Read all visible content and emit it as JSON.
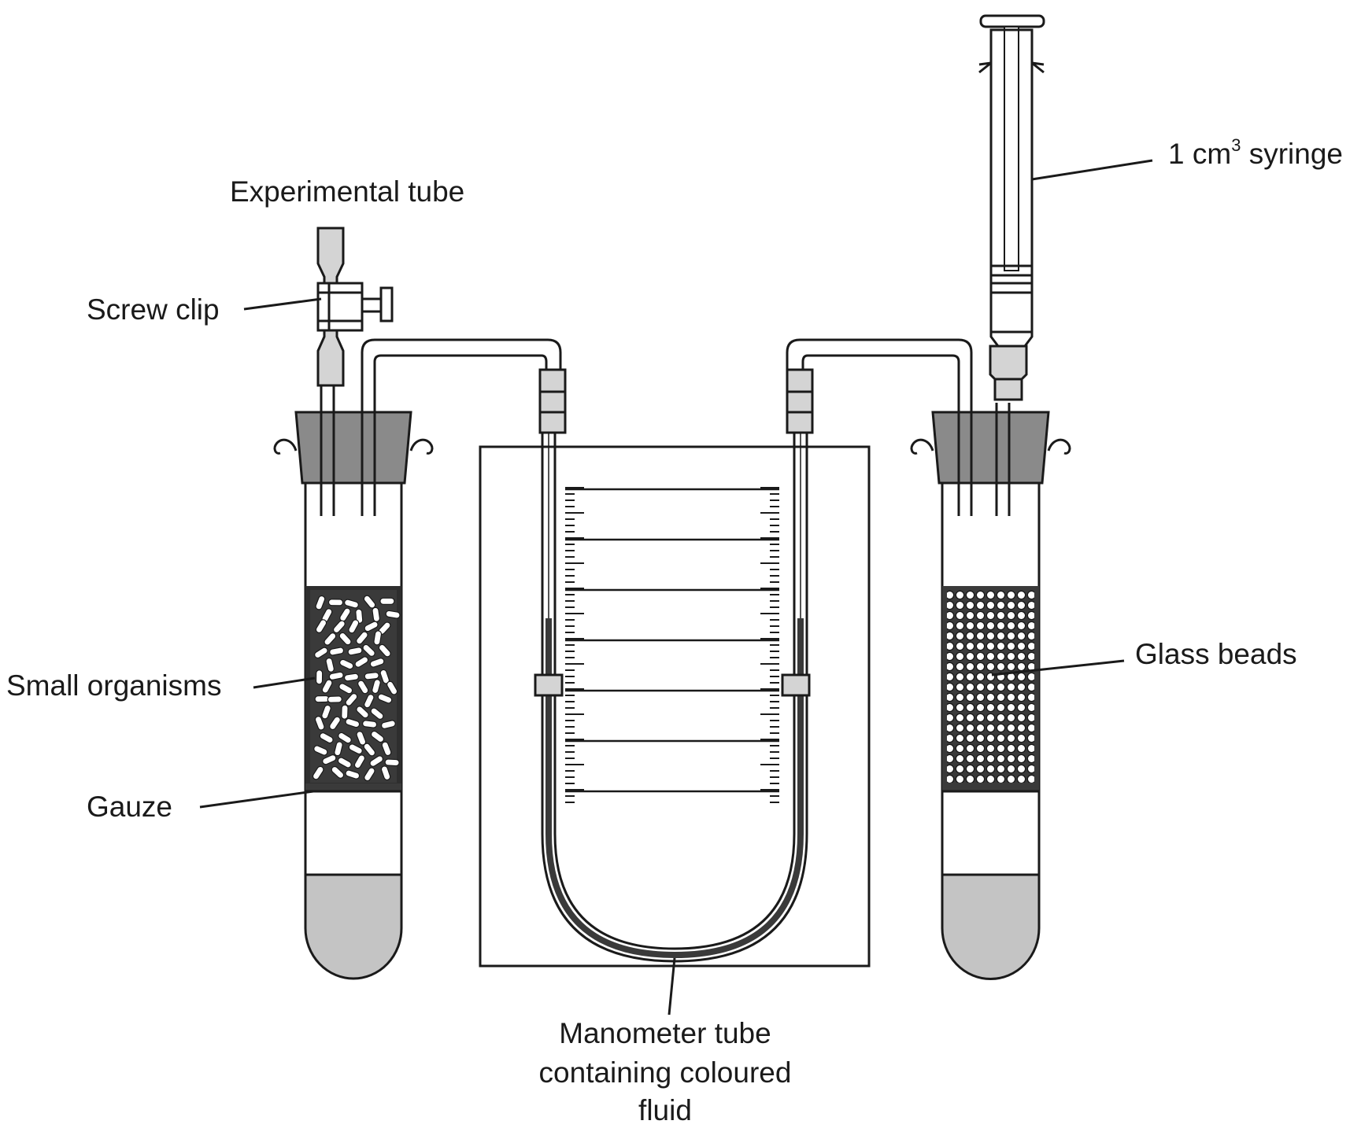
{
  "labels": {
    "experimental_tube": "Experimental tube",
    "screw_clip": "Screw clip",
    "small_organisms": "Small organisms",
    "gauze": "Gauze",
    "syringe_prefix": "1 cm",
    "syringe_exp": "3",
    "syringe_suffix": " syringe",
    "glass_beads": "Glass beads",
    "manometer_line1": "Manometer tube",
    "manometer_line2": "containing coloured",
    "manometer_line3": "fluid"
  },
  "colors": {
    "line": "#1a1a1a",
    "stopper": "#8a8a8a",
    "solution": "#c4c4c4",
    "connector": "#d4d4d4",
    "fluid": "#3a3a3a"
  }
}
